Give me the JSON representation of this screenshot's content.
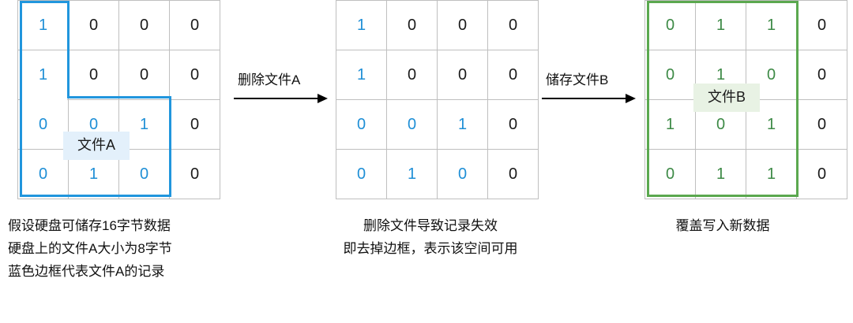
{
  "panels": [
    {
      "id": "before-delete",
      "grid": {
        "rows": [
          [
            {
              "v": "1",
              "c": "blue"
            },
            {
              "v": "0",
              "c": "black"
            },
            {
              "v": "0",
              "c": "black"
            },
            {
              "v": "0",
              "c": "black"
            }
          ],
          [
            {
              "v": "1",
              "c": "blue"
            },
            {
              "v": "0",
              "c": "black"
            },
            {
              "v": "0",
              "c": "black"
            },
            {
              "v": "0",
              "c": "black"
            }
          ],
          [
            {
              "v": "0",
              "c": "blue"
            },
            {
              "v": "0",
              "c": "blue"
            },
            {
              "v": "1",
              "c": "blue"
            },
            {
              "v": "0",
              "c": "black"
            }
          ],
          [
            {
              "v": "0",
              "c": "blue"
            },
            {
              "v": "1",
              "c": "blue"
            },
            {
              "v": "0",
              "c": "blue"
            },
            {
              "v": "0",
              "c": "black"
            }
          ]
        ]
      },
      "tag": "文件A",
      "outline_color": "#2196dd",
      "caption": [
        "假设硬盘可储存16字节数据",
        "硬盘上的文件A大小为8字节",
        "蓝色边框代表文件A的记录"
      ]
    },
    {
      "id": "after-delete",
      "grid": {
        "rows": [
          [
            {
              "v": "1",
              "c": "blue"
            },
            {
              "v": "0",
              "c": "black"
            },
            {
              "v": "0",
              "c": "black"
            },
            {
              "v": "0",
              "c": "black"
            }
          ],
          [
            {
              "v": "1",
              "c": "blue"
            },
            {
              "v": "0",
              "c": "black"
            },
            {
              "v": "0",
              "c": "black"
            },
            {
              "v": "0",
              "c": "black"
            }
          ],
          [
            {
              "v": "0",
              "c": "blue"
            },
            {
              "v": "0",
              "c": "blue"
            },
            {
              "v": "1",
              "c": "blue"
            },
            {
              "v": "0",
              "c": "black"
            }
          ],
          [
            {
              "v": "0",
              "c": "blue"
            },
            {
              "v": "1",
              "c": "blue"
            },
            {
              "v": "0",
              "c": "blue"
            },
            {
              "v": "0",
              "c": "black"
            }
          ]
        ]
      },
      "tag": "",
      "outline_color": "",
      "caption": [
        "删除文件导致记录失效",
        "即去掉边框，表示该空间可用"
      ]
    },
    {
      "id": "after-write",
      "grid": {
        "rows": [
          [
            {
              "v": "0",
              "c": "green"
            },
            {
              "v": "1",
              "c": "green"
            },
            {
              "v": "1",
              "c": "green"
            },
            {
              "v": "0",
              "c": "black"
            }
          ],
          [
            {
              "v": "0",
              "c": "green"
            },
            {
              "v": "1",
              "c": "green"
            },
            {
              "v": "0",
              "c": "green"
            },
            {
              "v": "0",
              "c": "black"
            }
          ],
          [
            {
              "v": "1",
              "c": "green"
            },
            {
              "v": "0",
              "c": "green"
            },
            {
              "v": "1",
              "c": "green"
            },
            {
              "v": "0",
              "c": "black"
            }
          ],
          [
            {
              "v": "0",
              "c": "green"
            },
            {
              "v": "1",
              "c": "green"
            },
            {
              "v": "1",
              "c": "green"
            },
            {
              "v": "0",
              "c": "black"
            }
          ]
        ]
      },
      "tag": "文件B",
      "outline_color": "#5ba84f",
      "caption": [
        "覆盖写入新数据"
      ]
    }
  ],
  "arrows": [
    {
      "id": "arrow-delete",
      "label": "删除文件A"
    },
    {
      "id": "arrow-store",
      "label": "储存文件B"
    }
  ],
  "colors": {
    "blue": "#2196dd",
    "blue_text": "#1f8fd6",
    "green": "#5ba84f",
    "green_text": "#3d8a46",
    "grid_line": "#bfbfbf",
    "black_text": "#1a1a1a",
    "blue_tag_bg": "#e3f0fb",
    "green_tag_bg": "#e8f2e4"
  }
}
